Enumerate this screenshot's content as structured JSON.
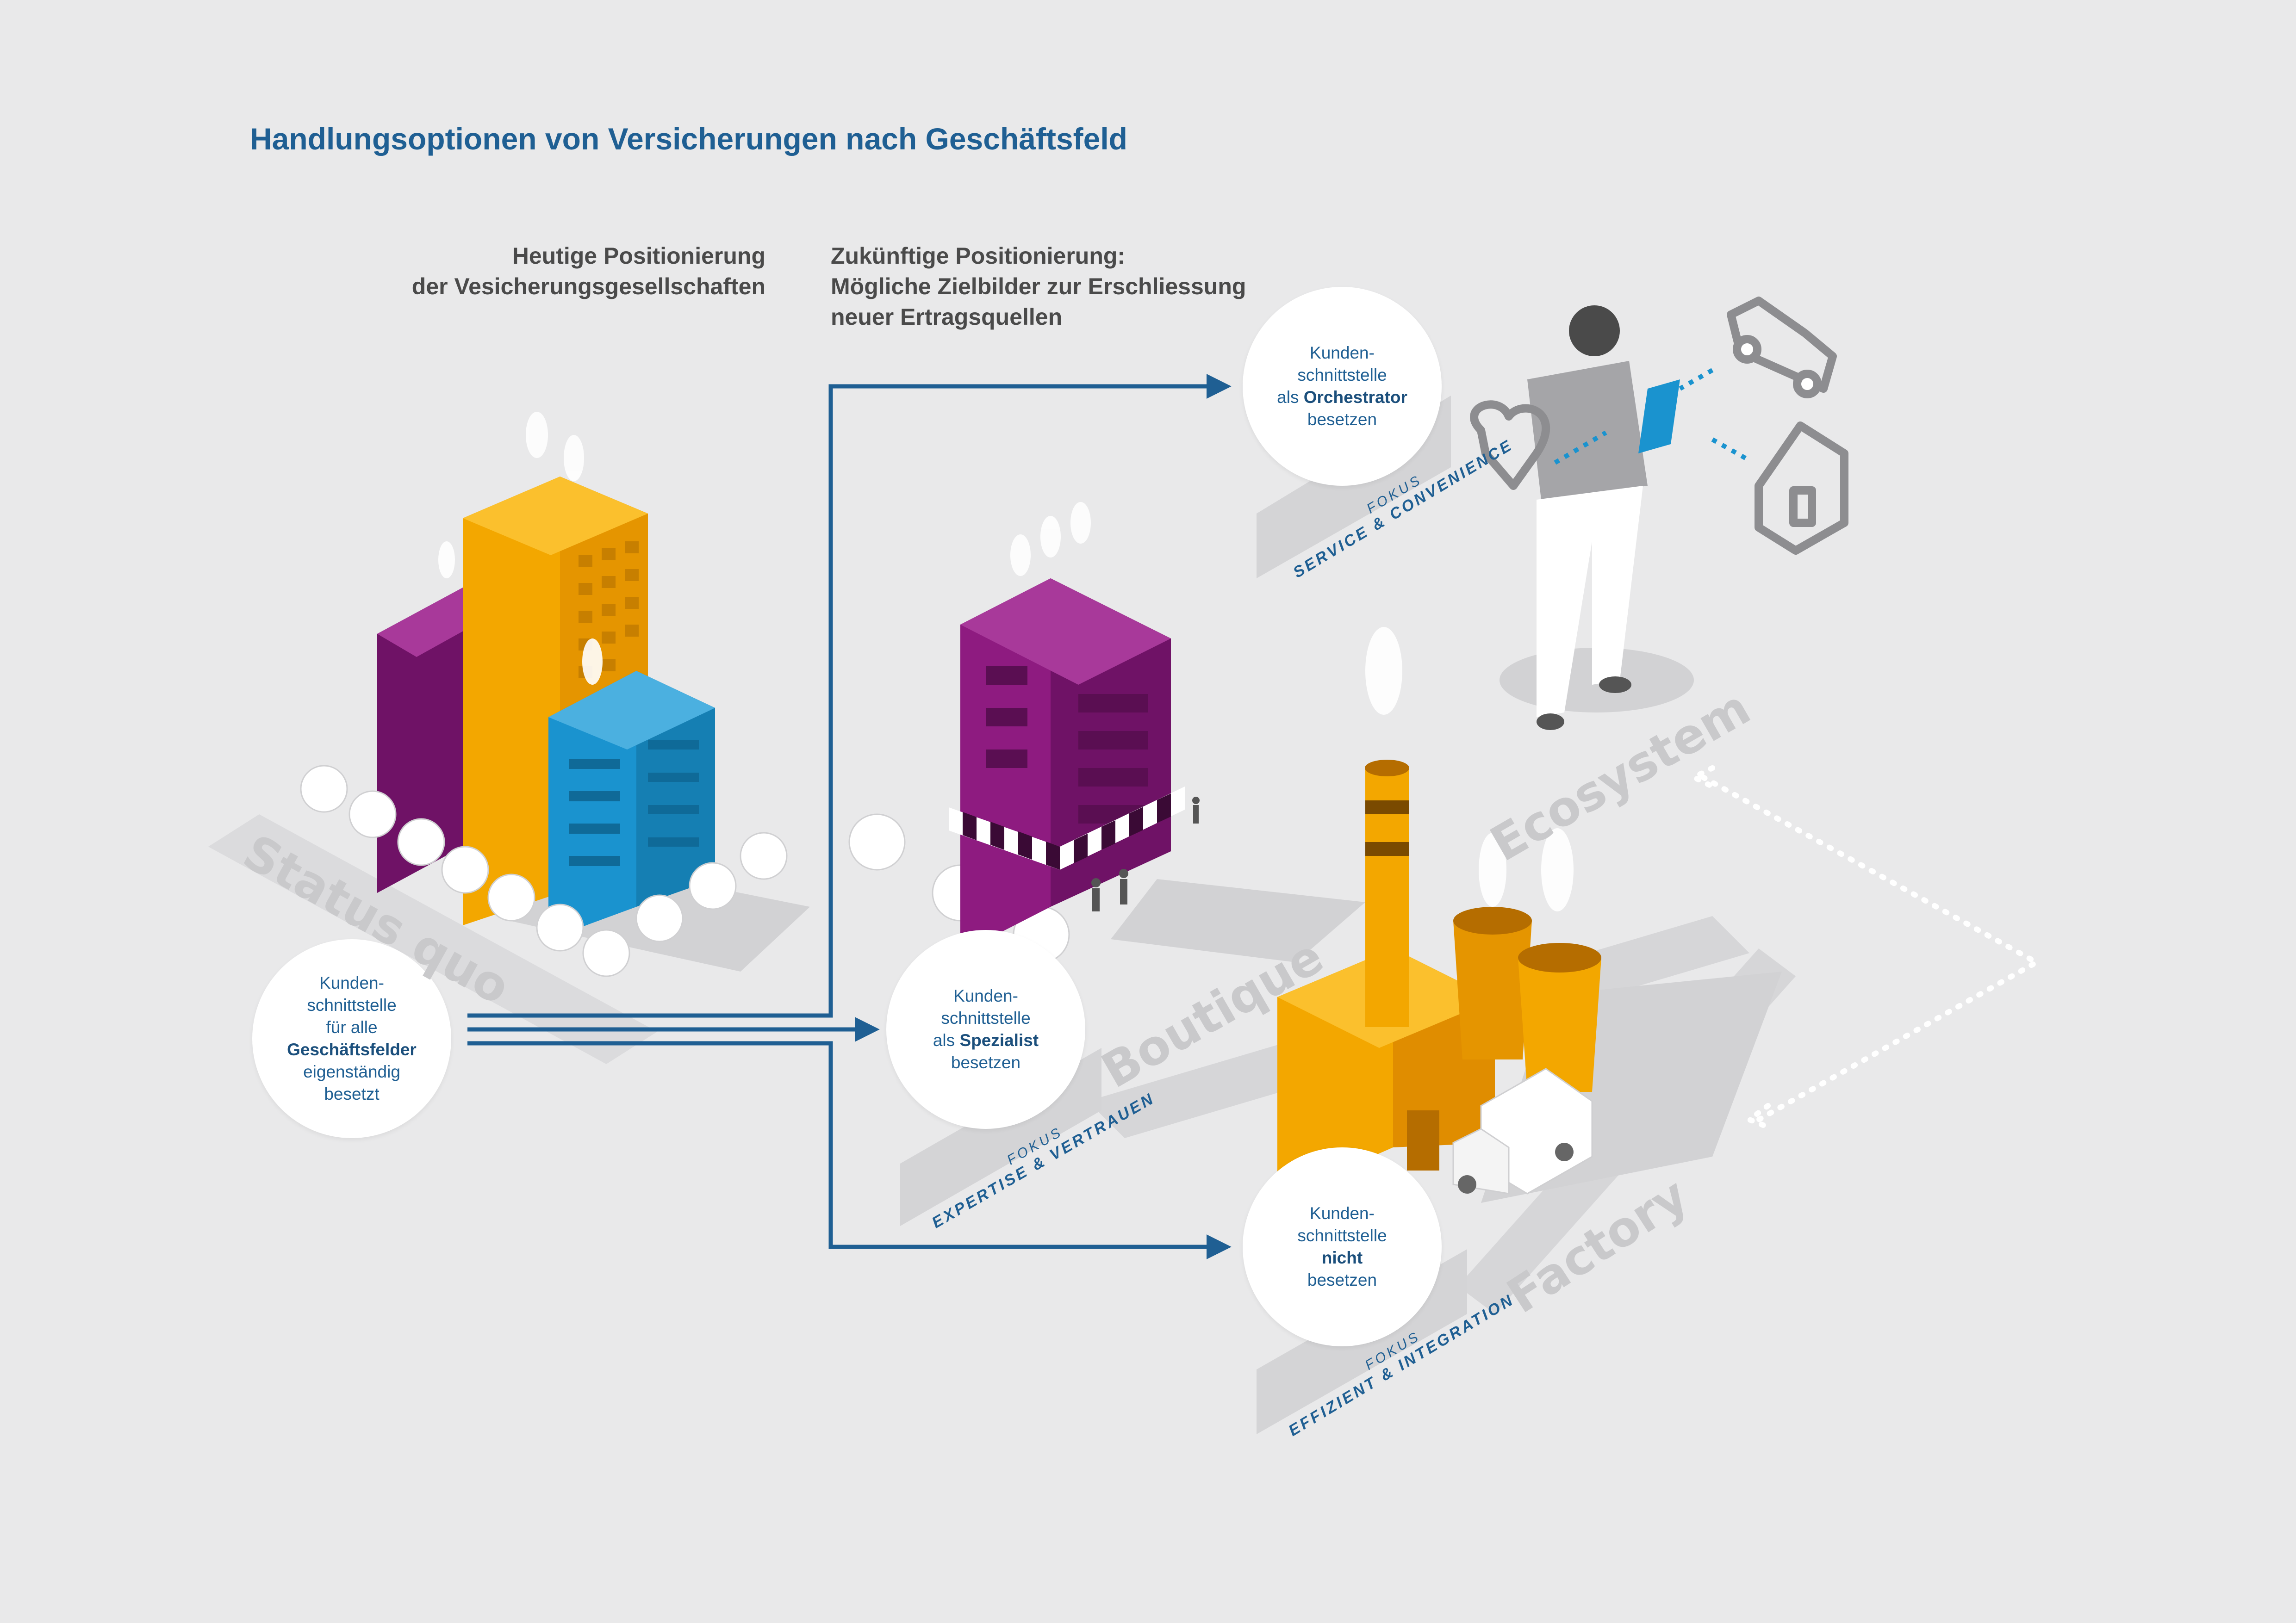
{
  "title": "Handlungsoptionen von Versicherungen nach Geschäftsfeld",
  "subheadings": {
    "today": [
      "Heutige Positionierung",
      "der Vesicherungsgesellschaften"
    ],
    "future": [
      "Zukünftige Positionierung:",
      "Mögliche Zielbilder zur Erschliessung",
      "neuer Ertragsquellen"
    ]
  },
  "circles": {
    "status_quo": {
      "lines": [
        "Kunden-",
        "schnittstelle",
        "für alle"
      ],
      "bold": "Geschäftsfelder",
      "after": [
        "eigenständig",
        "besetzt"
      ]
    },
    "orchestrator": {
      "lines": [
        "Kunden-",
        "schnittstelle"
      ],
      "prefix": "als ",
      "bold": "Orchestrator",
      "after": [
        "besetzen"
      ]
    },
    "spezialist": {
      "lines": [
        "Kunden-",
        "schnittstelle"
      ],
      "prefix": "als ",
      "bold": "Spezialist",
      "after": [
        "besetzen"
      ]
    },
    "factory": {
      "lines": [
        "Kunden-",
        "schnittstelle"
      ],
      "prefix": "",
      "bold": "nicht",
      "after": [
        "besetzen"
      ]
    }
  },
  "focus_labels": {
    "orchestrator": {
      "fokus": "FOKUS",
      "text": "SERVICE & CONVENIENCE"
    },
    "spezialist": {
      "fokus": "FOKUS",
      "text": "EXPERTISE & VERTRAUEN"
    },
    "factory": {
      "fokus": "FOKUS",
      "text": "EFFIZIENT & INTEGRATION"
    }
  },
  "street_labels": {
    "status_quo": "Status quo",
    "boutique": "Boutique",
    "ecosystem": "Ecosystem",
    "factory": "Factory"
  },
  "colors": {
    "title_blue": "#1f5f93",
    "arrow_blue": "#1f5f93",
    "magenta": "#8e1b80",
    "orange": "#f3a700",
    "cyan": "#1a93cf",
    "background": "#e9e9ea",
    "street": "#d4d4d6"
  },
  "icons": [
    "person-icon",
    "tablet-icon",
    "car-icon",
    "house-icon",
    "heart-hand-icon",
    "truck-icon",
    "factory-icon",
    "shop-building-icon",
    "office-towers-icon"
  ]
}
